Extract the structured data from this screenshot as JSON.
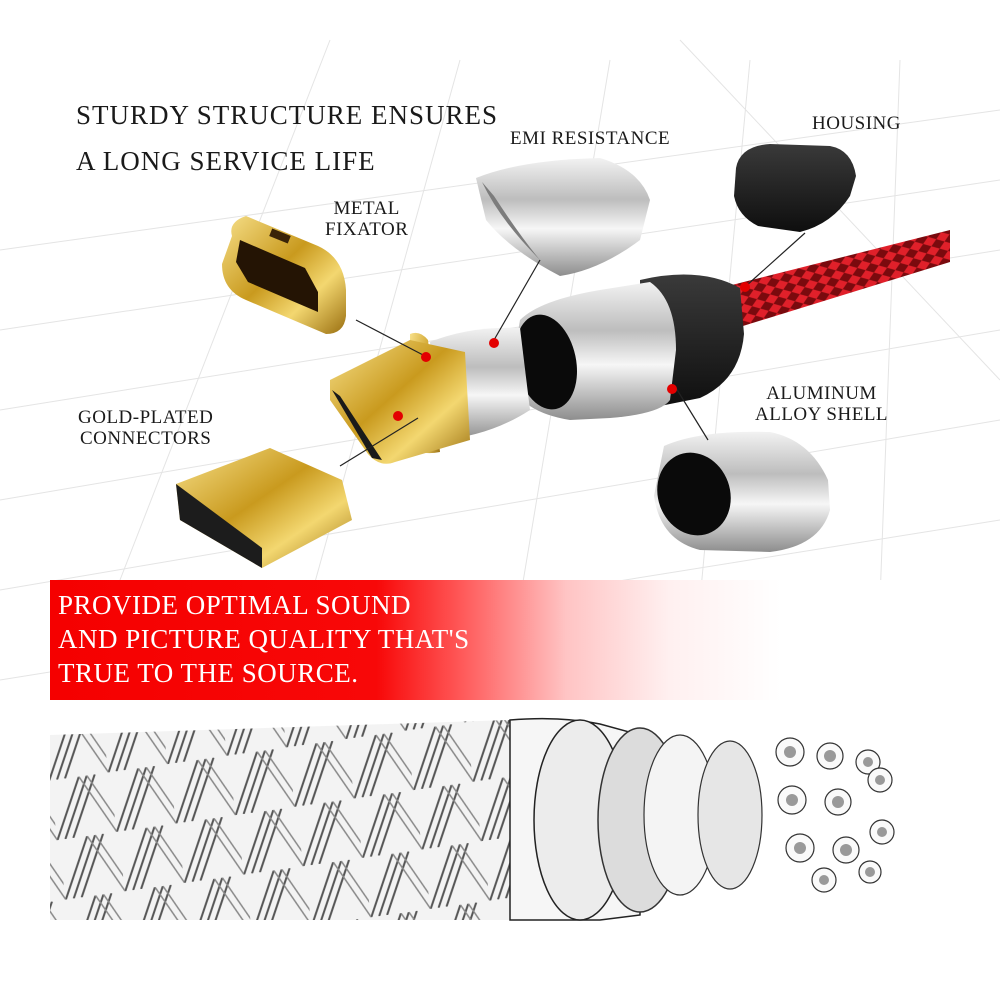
{
  "headline": {
    "line1": "STURDY STRUCTURE ENSURES",
    "line2": "A LONG SERVICE LIFE"
  },
  "callouts": {
    "metal_fixator": {
      "line1": "METAL",
      "line2": "FIXATOR"
    },
    "emi_resistance": "EMI RESISTANCE",
    "housing": "HOUSING",
    "gold_plated": {
      "line1": "GOLD-PLATED",
      "line2": "CONNECTORS"
    },
    "aluminum_shell": {
      "line1": "ALUMINUM",
      "line2": "ALLOY SHELL"
    }
  },
  "banner": {
    "line1": "PROVIDE OPTIMAL SOUND",
    "line2": "AND PICTURE QUALITY THAT'S",
    "line3": "TRUE TO THE SOURCE."
  },
  "colors": {
    "banner_red": "#f50000",
    "callout_dot": "#e30000",
    "gold": "#c9a227",
    "braid_red": "#c8121a",
    "housing_black": "#1c1c1c",
    "aluminum": "#c8c8c8"
  },
  "icons": {
    "callout_marker": "red-dot-icon"
  }
}
